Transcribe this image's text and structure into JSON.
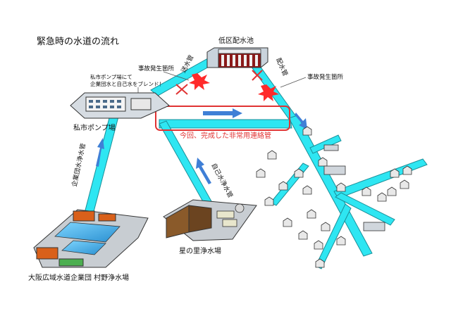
{
  "title": "緊急時の水道の流れ",
  "nodes": {
    "reservoir": "低区配水池",
    "city_pump": "私市ポンプ場",
    "hoshinosato": "星の里浄水場",
    "murano": "大阪広域水道企業団 村野浄水場"
  },
  "pipes": {
    "supply": "送水管",
    "distribution": "配水管",
    "enterprise": "企業団水浄水管",
    "own_water": "自己水浄水管",
    "new_link": "今回、完成した非常用連絡管"
  },
  "callouts": {
    "accident_left": "事故発生箇所",
    "accident_right": "事故発生箇所",
    "blend_line1": "私市ポンプ場にて",
    "blend_line2": "企業団水と自己水をブレンド！"
  },
  "colors": {
    "pipe": "#2ee6f2",
    "pipe_stroke": "#1a8f99",
    "flow_arrow": "#3f7fd6",
    "highlight": "#e03333",
    "accident": "#ff2a2a"
  }
}
